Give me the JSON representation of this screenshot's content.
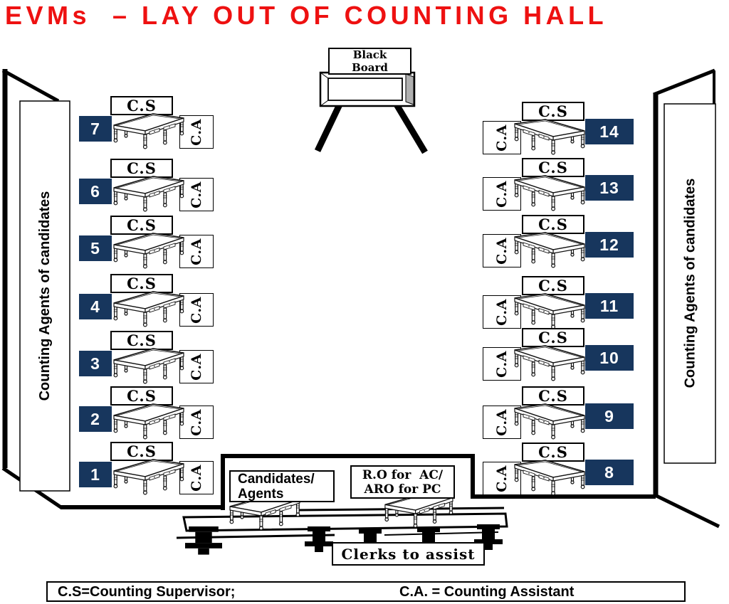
{
  "title": "EVMs  – LAY OUT OF COUNTING HALL",
  "colors": {
    "title_red": "#ee1111",
    "navy": "#17365d"
  },
  "blackboard": {
    "line1": "Black",
    "line2": "Board"
  },
  "walls": {
    "left": "Counting Agents of candidates",
    "right": "Counting Agents of candidates"
  },
  "labels": {
    "cs": "C.S",
    "ca": "C.A"
  },
  "rows": {
    "left": [
      {
        "number": "7"
      },
      {
        "number": "6"
      },
      {
        "number": "5"
      },
      {
        "number": "4"
      },
      {
        "number": "3"
      },
      {
        "number": "2"
      },
      {
        "number": "1"
      }
    ],
    "right": [
      {
        "number": "14"
      },
      {
        "number": "13"
      },
      {
        "number": "12"
      },
      {
        "number": "11"
      },
      {
        "number": "10"
      },
      {
        "number": "9"
      },
      {
        "number": "8"
      }
    ]
  },
  "center": {
    "candidates_line1": "Candidates/",
    "candidates_line2": "Agents",
    "ro_line1": "R.O for  AC/",
    "ro_line2": "ARO for PC",
    "clerks": "Clerks to assist"
  },
  "legend": {
    "cs": "C.S=Counting Supervisor;",
    "ca": "C.A. = Counting Assistant"
  }
}
